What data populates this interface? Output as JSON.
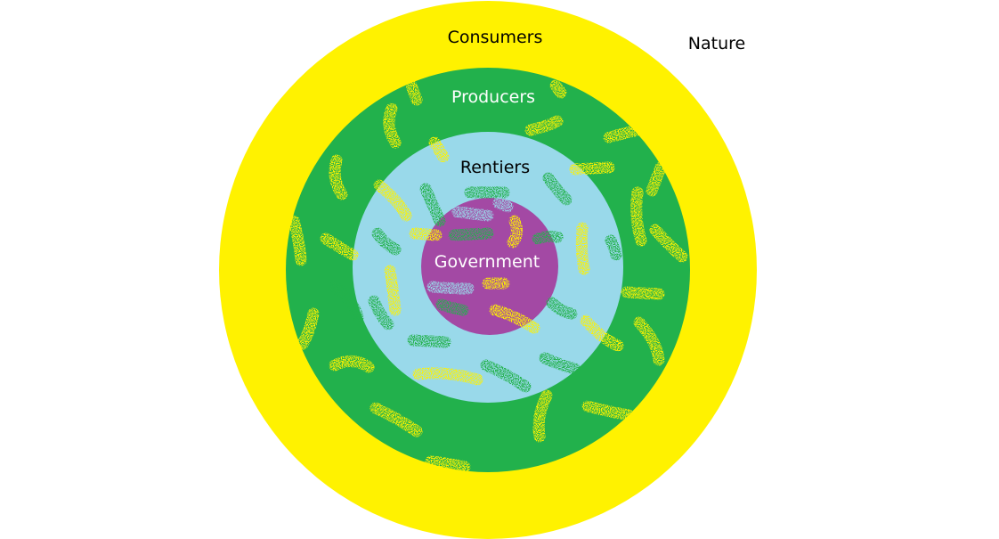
{
  "diagram": {
    "labels": {
      "nature": "Nature",
      "consumers": "Consumers",
      "producers": "Producers",
      "rentiers": "Rentiers",
      "government": "Government"
    },
    "colors": {
      "background": "#ffffff",
      "consumers_ring": "#fff200",
      "producers_ring": "#22b14c",
      "rentiers_ring": "#99d9ea",
      "government_core": "#a349a4",
      "speckle_yellow": "#fff200",
      "speckle_green": "#22b14c",
      "speckle_lightblue": "#99d9ea",
      "text_dark": "#000000",
      "text_light": "#ffffff"
    }
  }
}
